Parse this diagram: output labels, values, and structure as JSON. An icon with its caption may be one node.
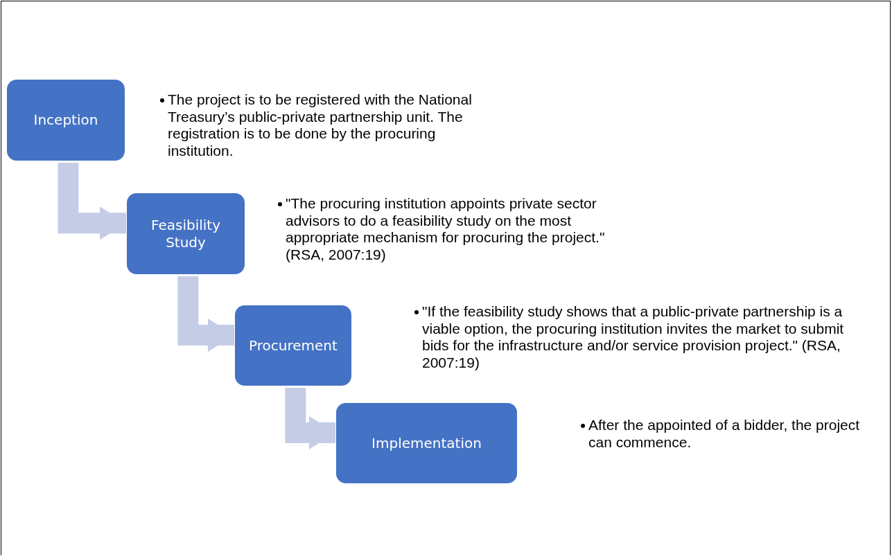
{
  "diagram": {
    "nodes": [
      {
        "text": [
          "Inception"
        ]
      },
      {
        "text": [
          "Feasibility Study"
        ]
      },
      {
        "text": [
          "Procurement"
        ]
      },
      {
        "text": [
          "Implementation"
        ]
      }
    ],
    "edges": [
      {
        "from": 0,
        "to": 1,
        "arrow": "to"
      },
      {
        "from": 1,
        "to": 2,
        "arrow": "to"
      },
      {
        "from": 2,
        "to": 3,
        "arrow": "to"
      }
    ],
    "labels": [
      "The project is to be registered with the National Treasury’s public-private partnership unit. The registration is to be done by the procuring institution.",
      "\"The procuring institution appoints private sector advisors to do a feasibility study on the most appropriate mechanism for procuring the project.\" (RSA, 2007:19)",
      "\"If the feasibility study shows that a public-private partnership is a viable option, the procuring institution invites the market to submit bids for the infrastructure and/or service provision project.\" (RSA, 2007:19)",
      "After the appointed of a bidder, the project can commence."
    ]
  }
}
